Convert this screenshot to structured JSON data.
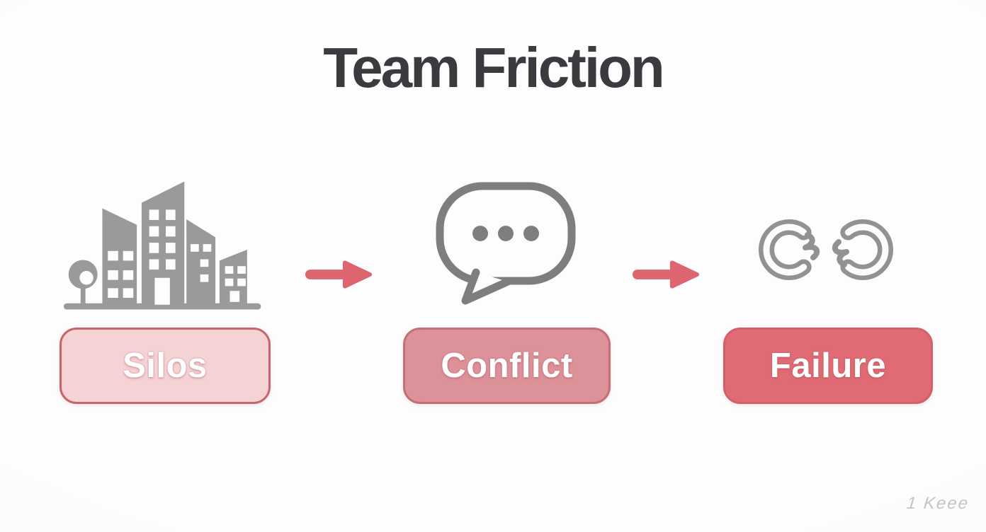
{
  "title": {
    "text": "Team Friction",
    "color": "#3b3b3f"
  },
  "watermark": {
    "text": "1 Keee",
    "color": "#c4c4c4"
  },
  "arrow": {
    "color": "#dd6570"
  },
  "icons": {
    "buildings_gray": "#9a9a9a",
    "bubble_gray": "#7e7e7e",
    "chain_gray": "#929292"
  },
  "background": "#fdfdfd",
  "stages": [
    {
      "label": "Silos",
      "icon": "city-buildings-icon",
      "box_fill": "#f5d2d4",
      "box_border": "#c4666c",
      "label_color": "#ffffff"
    },
    {
      "label": "Conflict",
      "icon": "speech-bubble-icon",
      "box_fill": "#dd9198",
      "box_border": "#c46f76",
      "label_color": "#ffffff"
    },
    {
      "label": "Failure",
      "icon": "broken-chain-icon",
      "box_fill": "#e06b74",
      "box_border": "#d25f69",
      "label_color": "#ffffff"
    }
  ]
}
